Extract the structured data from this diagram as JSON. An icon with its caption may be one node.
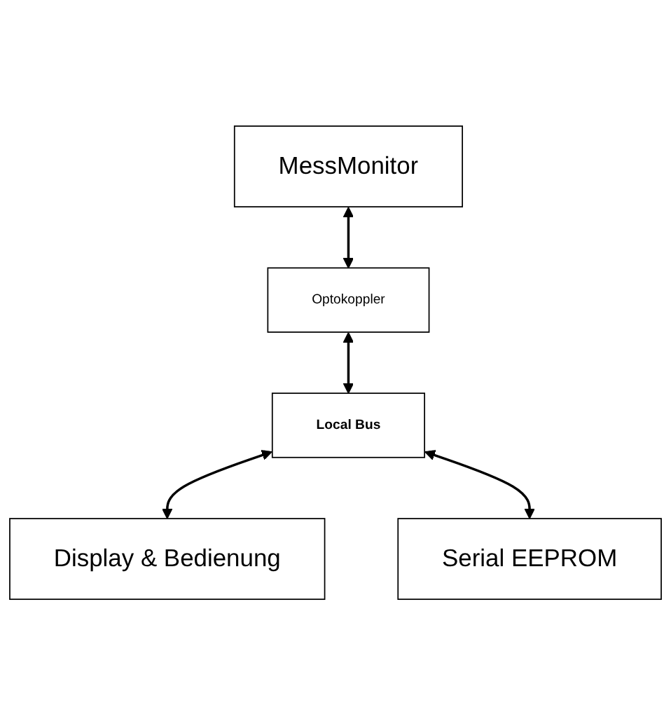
{
  "diagram": {
    "nodes": [
      {
        "text": [
          "MessMonitor"
        ]
      },
      {
        "text": [
          "Optokoppler"
        ]
      },
      {
        "text": [
          "Local Bus"
        ]
      },
      {
        "text": [
          "Display & Bedienung"
        ]
      },
      {
        "text": [
          "Serial EEPROM"
        ]
      }
    ],
    "edges": [
      {
        "from": 0,
        "to": 1,
        "arrow": "both"
      },
      {
        "from": 1,
        "to": 2,
        "arrow": "both"
      },
      {
        "from": 2,
        "to": 3,
        "arrow": "both"
      },
      {
        "from": 2,
        "to": 4,
        "arrow": "both"
      }
    ]
  }
}
